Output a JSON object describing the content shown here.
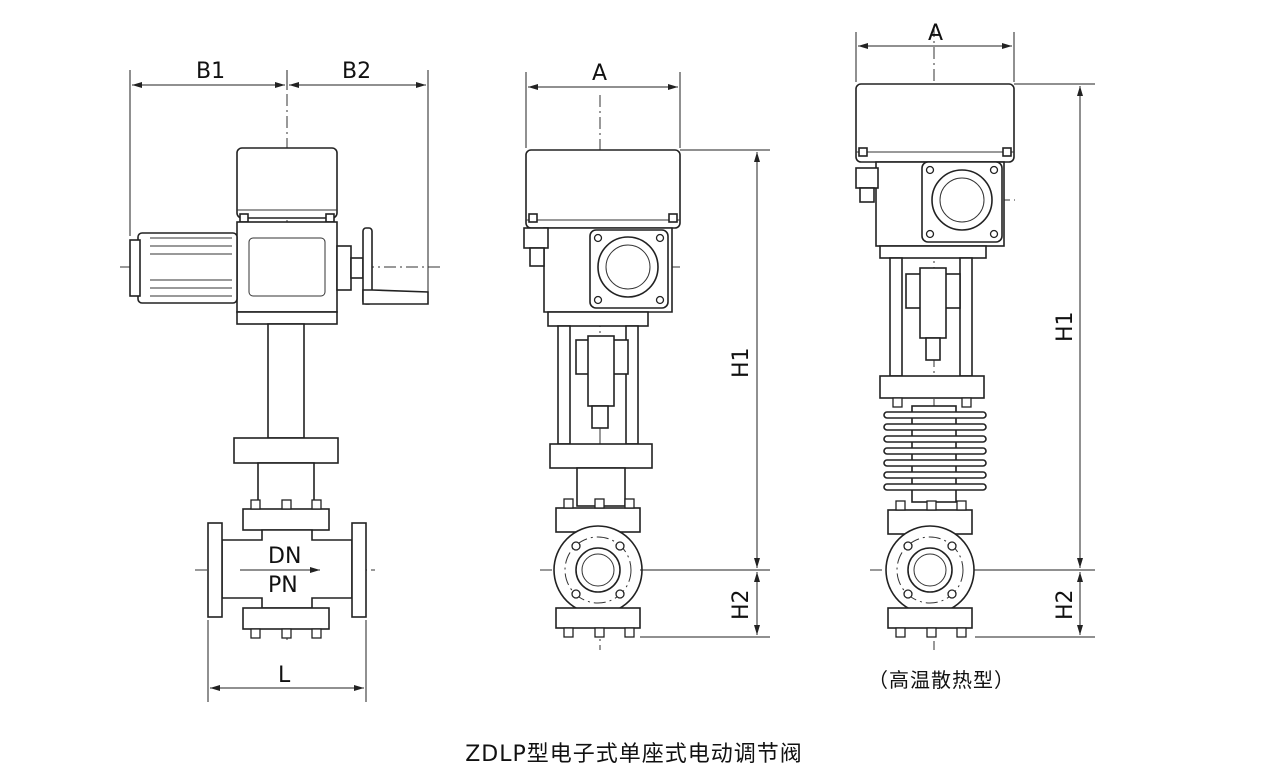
{
  "title": "ZDLP型电子式单座式电动调节阀",
  "variant_label": "（高温散热型）",
  "dimensions": {
    "b1": "B1",
    "b2": "B2",
    "a_front": "A",
    "a_high_temp": "A",
    "h1_front": "H1",
    "h2_front": "H2",
    "h1_high_temp": "H1",
    "h2_high_temp": "H2",
    "l": "L"
  },
  "valve_body_marks": {
    "dn": "DN",
    "pn": "PN"
  }
}
